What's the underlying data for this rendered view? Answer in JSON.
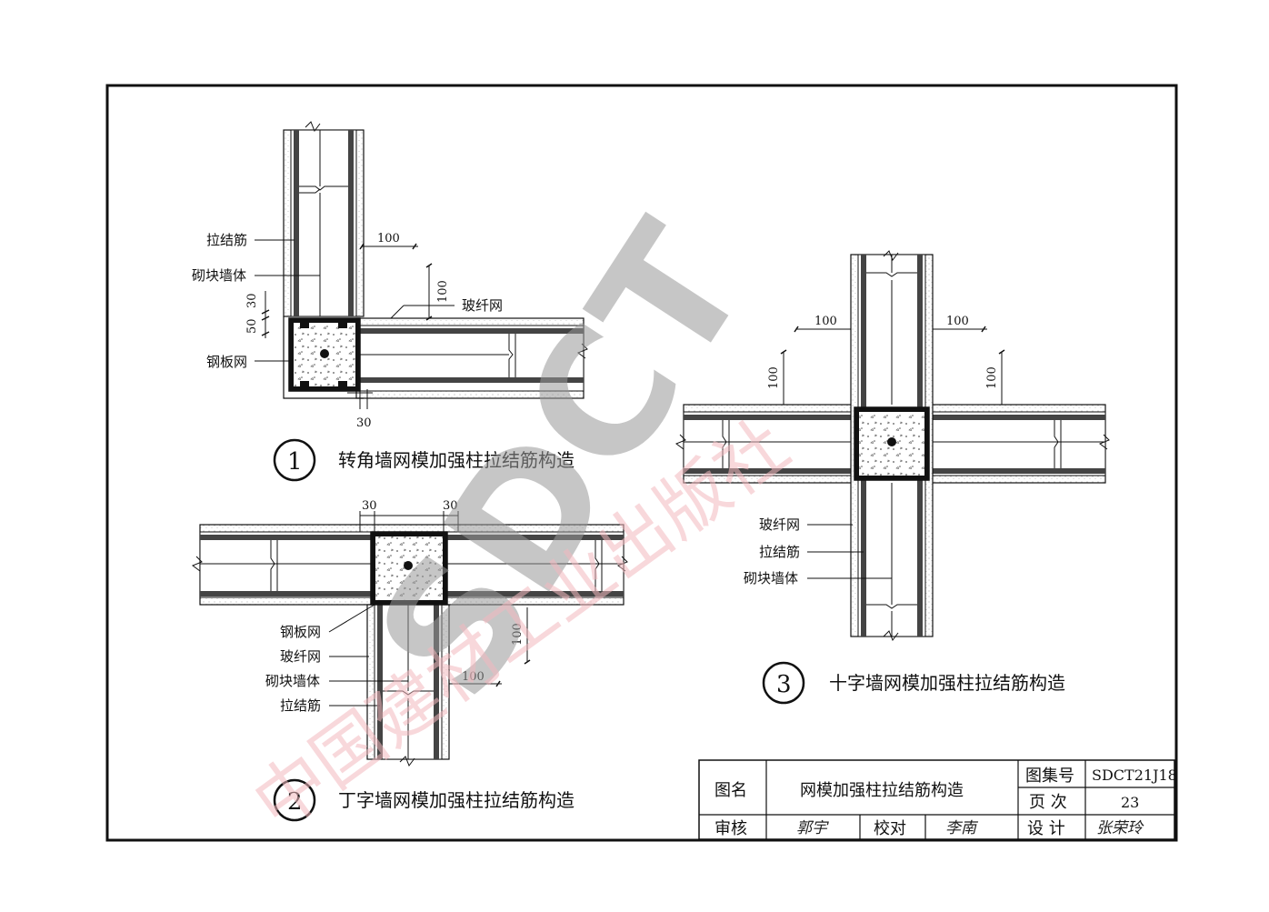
{
  "watermark": {
    "publisher_text": "中国建材工业出版社",
    "logo_text": "SDCT",
    "accent_color": "#f3b9bf"
  },
  "detail1": {
    "number": "1",
    "caption": "转角墙网模加强柱拉结筋构造",
    "labels": [
      "拉结筋",
      "砌块墙体",
      "钢板网"
    ],
    "glass_label": "玻纤网",
    "dims": [
      "100",
      "100",
      "30",
      "50",
      "30"
    ]
  },
  "detail2": {
    "number": "2",
    "caption": "丁字墙网模加强柱拉结筋构造",
    "labels": [
      "钢板网",
      "玻纤网",
      "砌块墙体",
      "拉结筋"
    ],
    "dims": [
      "30",
      "30",
      "100",
      "100"
    ]
  },
  "detail3": {
    "number": "3",
    "caption": "十字墙网模加强柱拉结筋构造",
    "labels": [
      "玻纤网",
      "拉结筋",
      "砌块墙体"
    ],
    "dims": [
      "100",
      "100",
      "100",
      "100"
    ]
  },
  "title_block": {
    "name_label": "图名",
    "name_value": "网模加强柱拉结筋构造",
    "atlas_label": "图集号",
    "atlas_value": "SDCT21J18",
    "page_label": "页 次",
    "page_value": "23",
    "review_label": "审核",
    "review_sign": "郭宇",
    "check_label": "校对",
    "check_sign": "李南",
    "design_label": "设 计",
    "design_sign": "张荣玲"
  }
}
